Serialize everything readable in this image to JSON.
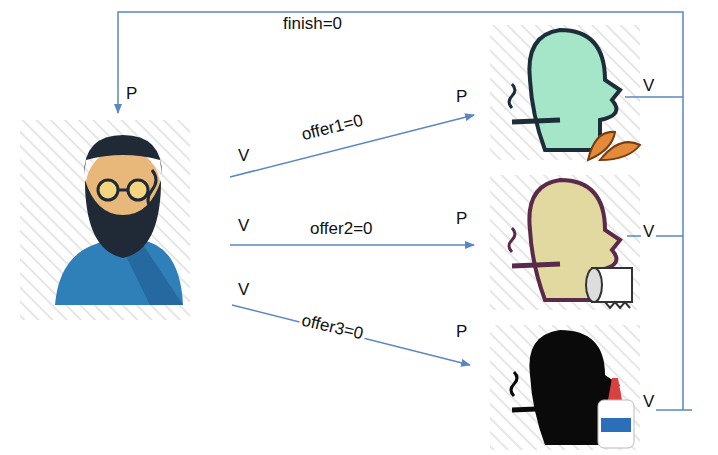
{
  "diagram": {
    "labels": [
      "finish=0",
      "P",
      "P",
      "V",
      "offer1=0",
      "V",
      "V",
      "offer2=0",
      "P",
      "V",
      "V",
      "P",
      "offer3=0",
      "V"
    ]
  }
}
